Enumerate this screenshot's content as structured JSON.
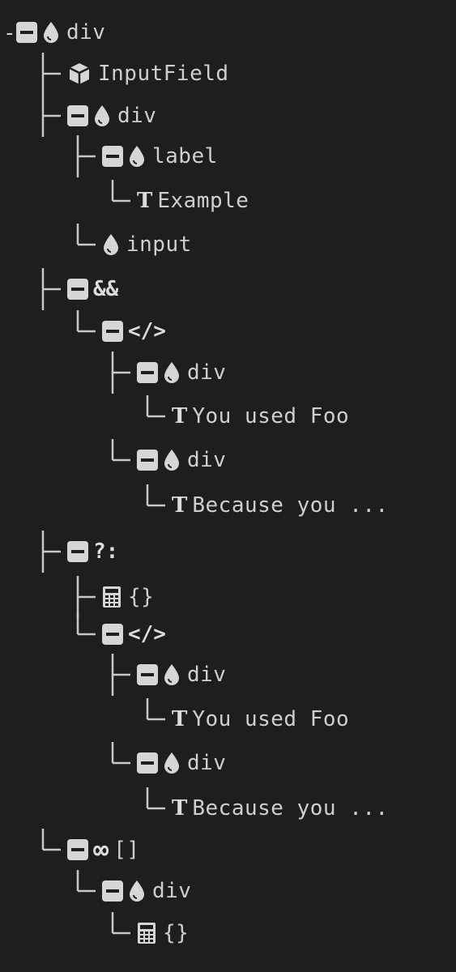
{
  "colors": {
    "background": "#1e1e1e",
    "line": "#c8c8c8",
    "text": "#cfcfcf",
    "icon_fill": "#d6d6d6"
  },
  "root_prefix": "-",
  "nodes": [
    {
      "label": "div",
      "icons": [
        "collapse-icon",
        "droplet-icon"
      ],
      "level": 0,
      "collapsible": true
    },
    {
      "label": "InputField",
      "icons": [
        "cube-icon"
      ],
      "level": 1,
      "collapsible": false
    },
    {
      "label": "div",
      "icons": [
        "collapse-icon",
        "droplet-icon"
      ],
      "level": 1,
      "collapsible": true
    },
    {
      "label": "label",
      "icons": [
        "collapse-icon",
        "droplet-icon"
      ],
      "level": 2,
      "collapsible": true
    },
    {
      "label": "Example",
      "icons": [
        "text-icon"
      ],
      "level": 3,
      "collapsible": false
    },
    {
      "label": "input",
      "icons": [
        "droplet-icon"
      ],
      "level": 2,
      "collapsible": false
    },
    {
      "label": "",
      "icons": [
        "collapse-icon",
        "ampersand-icon"
      ],
      "level": 1,
      "collapsible": true
    },
    {
      "label": "",
      "icons": [
        "collapse-icon",
        "code-icon"
      ],
      "level": 2,
      "collapsible": true
    },
    {
      "label": "div",
      "icons": [
        "collapse-icon",
        "droplet-icon"
      ],
      "level": 3,
      "collapsible": true
    },
    {
      "label": "You used Foo",
      "icons": [
        "text-icon"
      ],
      "level": 4,
      "collapsible": false
    },
    {
      "label": "div",
      "icons": [
        "collapse-icon",
        "droplet-icon"
      ],
      "level": 3,
      "collapsible": true
    },
    {
      "label": "Because you ...",
      "icons": [
        "text-icon"
      ],
      "level": 4,
      "collapsible": false
    },
    {
      "label": "",
      "icons": [
        "collapse-icon",
        "ternary-icon"
      ],
      "level": 1,
      "collapsible": true
    },
    {
      "label": "{}",
      "icons": [
        "calculator-icon"
      ],
      "level": 2,
      "collapsible": false
    },
    {
      "label": "",
      "icons": [
        "collapse-icon",
        "code-icon"
      ],
      "level": 2,
      "collapsible": true
    },
    {
      "label": "div",
      "icons": [
        "collapse-icon",
        "droplet-icon"
      ],
      "level": 3,
      "collapsible": true
    },
    {
      "label": "You used Foo",
      "icons": [
        "text-icon"
      ],
      "level": 4,
      "collapsible": false
    },
    {
      "label": "div",
      "icons": [
        "collapse-icon",
        "droplet-icon"
      ],
      "level": 3,
      "collapsible": true
    },
    {
      "label": "Because you ...",
      "icons": [
        "text-icon"
      ],
      "level": 4,
      "collapsible": false
    },
    {
      "label": "[]",
      "icons": [
        "collapse-icon",
        "infinity-icon"
      ],
      "level": 1,
      "collapsible": true
    },
    {
      "label": "div",
      "icons": [
        "collapse-icon",
        "droplet-icon"
      ],
      "level": 2,
      "collapsible": true
    },
    {
      "label": "{}",
      "icons": [
        "calculator-icon"
      ],
      "level": 3,
      "collapsible": false
    }
  ],
  "symbols": {
    "ampersand": "&&",
    "code": "</>",
    "ternary": "?:",
    "infinity": "∞",
    "text": "T"
  }
}
